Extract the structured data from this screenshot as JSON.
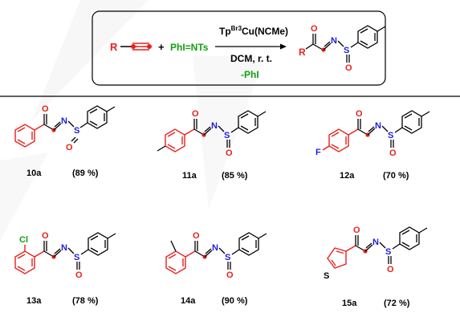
{
  "reaction": {
    "reactant_r": "R",
    "plus_1": "+",
    "reagent": "PhI=NTs",
    "catalyst_main": "Tp",
    "catalyst_sup": "Br3",
    "catalyst_rest": "Cu(NCMe)",
    "conditions": "DCM, r. t.",
    "byproduct": "-PhI",
    "product_r": "R"
  },
  "atoms": {
    "O": "O",
    "N": "N",
    "S": "S",
    "F": "F",
    "Cl": "Cl"
  },
  "compounds": [
    {
      "id": "10a",
      "yield": "(89 %)"
    },
    {
      "id": "11a",
      "yield": "(85 %)"
    },
    {
      "id": "12a",
      "yield": "(70 %)"
    },
    {
      "id": "13a",
      "yield": "(78 %)"
    },
    {
      "id": "14a",
      "yield": "(90 %)"
    },
    {
      "id": "15a",
      "yield": "(72 %)"
    }
  ],
  "colors": {
    "red": "#e8201c",
    "blue": "#1c1ce0",
    "green": "#12a012",
    "black": "#000000"
  }
}
